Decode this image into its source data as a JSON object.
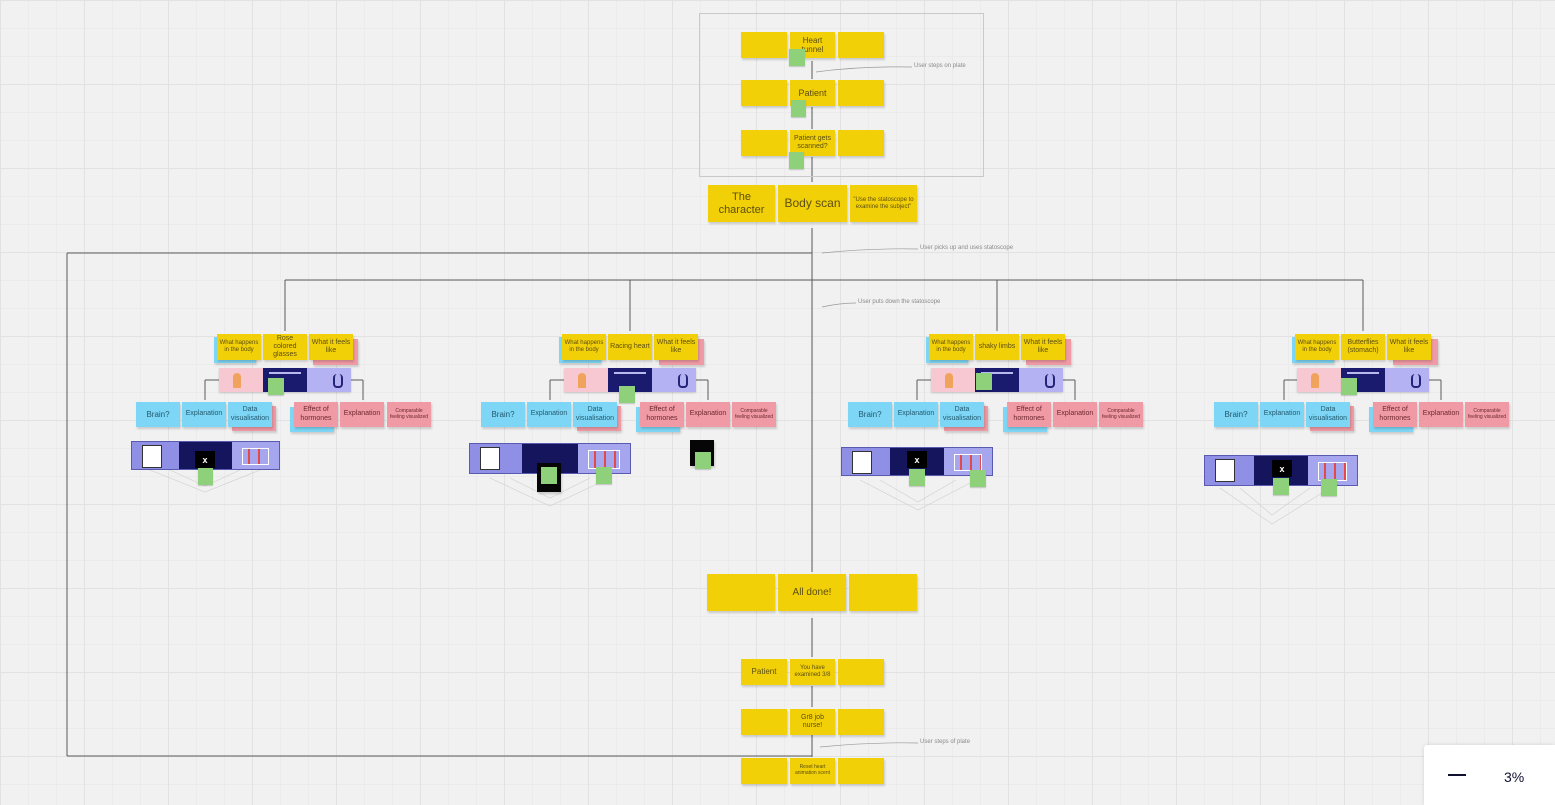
{
  "board": {
    "top_flow": {
      "heart_tunnel": "Heart tunnel",
      "patient": "Patient",
      "patient_scanned": "Patient gets scanned?",
      "annotation_plate": "User steps on plate"
    },
    "scan_row": {
      "character": "The character",
      "body_scan": "Body scan",
      "instruction": "\"Use the statoscope to examine the subject\""
    },
    "annotations": {
      "picks_up": "User picks up and uses statoscope",
      "puts_down": "User puts down the statoscope",
      "steps_off": "User steps of plate"
    },
    "symptoms": [
      {
        "what_happens": "What happens in the body",
        "symptom": "Rose colored glasses",
        "feels_like": "What it feels like",
        "brain": "Brain?",
        "explanation_1": "Explanation",
        "data_vis": "Data visualisation",
        "hormones": "Effect of hormones",
        "explanation_2": "Explanation",
        "comparable": "Comparable feeling visualized",
        "x_mark": "x"
      },
      {
        "what_happens": "What happens in the body",
        "symptom": "Racing heart",
        "feels_like": "What it feels like",
        "brain": "Brain?",
        "explanation_1": "Explanation",
        "data_vis": "Data visualisation",
        "hormones": "Effect of hormones",
        "explanation_2": "Explanation",
        "comparable": "Comparable feeling visualized",
        "x_mark": ""
      },
      {
        "what_happens": "What happens in the body",
        "symptom": "shaky limbs",
        "feels_like": "What it feels like",
        "brain": "Brain?",
        "explanation_1": "Explanation",
        "data_vis": "Data visualisation",
        "hormones": "Effect of hormones",
        "explanation_2": "Explanation",
        "comparable": "Comparable feeling visualized",
        "x_mark": "x"
      },
      {
        "what_happens": "What happens in the body",
        "symptom": "Butterflies (stomach)",
        "feels_like": "What it feels like",
        "brain": "Brain?",
        "explanation_1": "Explanation",
        "data_vis": "Data visualisation",
        "hormones": "Effect of hormones",
        "explanation_2": "Explanation",
        "comparable": "Comparable feeling visualized",
        "x_mark": "x"
      }
    ],
    "end_flow": {
      "all_done": "All done!",
      "patient": "Patient",
      "examined": "You have examined 3/8",
      "gr8_job": "Gr8 job nurse!",
      "reset": "Reset heart animation scent"
    }
  },
  "zoom": {
    "level": "3%"
  },
  "colors": {
    "yellow": "#f2d007",
    "blue": "#7dd6f5",
    "pink": "#ef9aa5",
    "green": "#8fd07b",
    "connector": "#555555"
  }
}
